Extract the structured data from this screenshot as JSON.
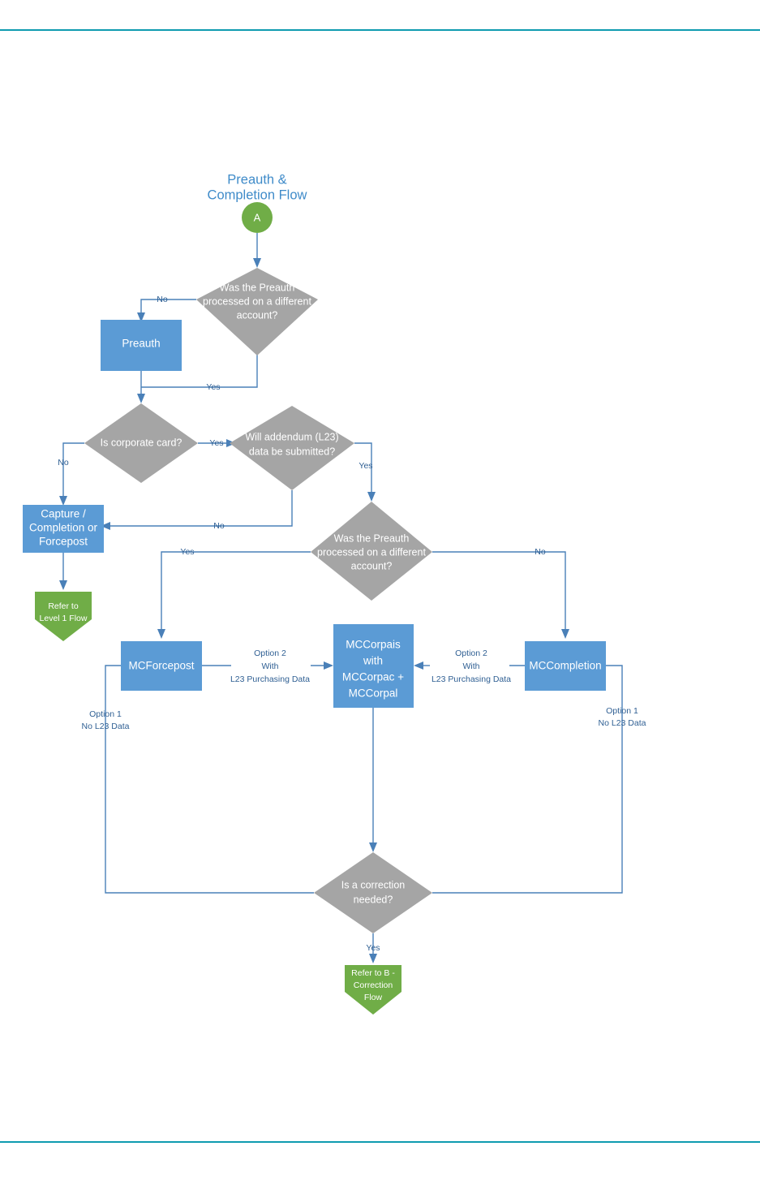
{
  "page": {
    "title": "Preauth & Completion Flow",
    "title_line1": "Preauth &",
    "title_line2": "Completion Flow",
    "rule_color": "#0f9bb0",
    "background": "#ffffff"
  },
  "palette": {
    "process_blue": "#5b9bd5",
    "decision_gray": "#a5a5a5",
    "terminator_green": "#70ad47",
    "connector_blue": "#4a80b8",
    "title_blue": "#3f8bc9",
    "label_blue": "#2f5f93"
  },
  "chart_data": {
    "type": "diagram",
    "diagram_kind": "flowchart",
    "title": "Preauth & Completion Flow",
    "nodes": [
      {
        "id": "start-a",
        "shape": "circle",
        "label": "A",
        "lines": [
          "A"
        ]
      },
      {
        "id": "d1-preauth-diff",
        "shape": "diamond",
        "label": "Was the Preauth processed on a different account?",
        "lines": [
          "Was the Preauth",
          "processed on a different",
          "account?"
        ]
      },
      {
        "id": "p-preauth",
        "shape": "process",
        "label": "Preauth",
        "lines": [
          "Preauth"
        ]
      },
      {
        "id": "d2-corporate-card",
        "shape": "diamond",
        "label": "Is corporate card?",
        "lines": [
          "Is corporate card?"
        ]
      },
      {
        "id": "d3-addendum-l23",
        "shape": "diamond",
        "label": "Will addendum (L23) data be submitted?",
        "lines": [
          "Will addendum (L23)",
          "data be submitted?"
        ]
      },
      {
        "id": "p-capture",
        "shape": "process",
        "label": "Capture / Completion or Forcepost",
        "lines": [
          "Capture /",
          "Completion or",
          "Forcepost"
        ]
      },
      {
        "id": "t-level1",
        "shape": "terminator",
        "label": "Refer to Level 1 Flow",
        "lines": [
          "Refer to",
          "Level 1 Flow"
        ]
      },
      {
        "id": "d4-preauth-diff-2",
        "shape": "diamond",
        "label": "Was the Preauth processed on a different account?",
        "lines": [
          "Was the Preauth",
          "processed on a different",
          "account?"
        ]
      },
      {
        "id": "p-mcforcepost",
        "shape": "process",
        "label": "MCForcepost",
        "lines": [
          "MCForcepost"
        ]
      },
      {
        "id": "p-mccorpais",
        "shape": "process",
        "label": "MCCorpais with MCCorpac + MCCorpal",
        "lines": [
          "MCCorpais",
          "with",
          "MCCorpac +",
          "MCCorpal"
        ]
      },
      {
        "id": "p-mccompletion",
        "shape": "process",
        "label": "MCCompletion",
        "lines": [
          "MCCompletion"
        ]
      },
      {
        "id": "d5-correction",
        "shape": "diamond",
        "label": "Is a correction needed?",
        "lines": [
          "Is a correction",
          "needed?"
        ]
      },
      {
        "id": "t-correction-flow",
        "shape": "terminator",
        "label": "Refer to B - Correction Flow",
        "lines": [
          "Refer to B -",
          "Correction",
          "Flow"
        ]
      }
    ],
    "edges": [
      {
        "from": "start-a",
        "to": "d1-preauth-diff",
        "label": ""
      },
      {
        "from": "d1-preauth-diff",
        "to": "p-preauth",
        "label": "No",
        "lines": [
          "No"
        ]
      },
      {
        "from": "d1-preauth-diff",
        "to": "d2-corporate-card",
        "label": "Yes",
        "lines": [
          "Yes"
        ]
      },
      {
        "from": "p-preauth",
        "to": "d2-corporate-card",
        "label": ""
      },
      {
        "from": "d2-corporate-card",
        "to": "p-capture",
        "label": "No",
        "lines": [
          "No"
        ]
      },
      {
        "from": "d2-corporate-card",
        "to": "d3-addendum-l23",
        "label": "Yes",
        "lines": [
          "Yes"
        ]
      },
      {
        "from": "d3-addendum-l23",
        "to": "p-capture",
        "label": "No",
        "lines": [
          "No"
        ]
      },
      {
        "from": "d3-addendum-l23",
        "to": "d4-preauth-diff-2",
        "label": "Yes",
        "lines": [
          "Yes"
        ]
      },
      {
        "from": "p-capture",
        "to": "t-level1",
        "label": ""
      },
      {
        "from": "d4-preauth-diff-2",
        "to": "p-mcforcepost",
        "label": "Yes",
        "lines": [
          "Yes"
        ]
      },
      {
        "from": "d4-preauth-diff-2",
        "to": "p-mccompletion",
        "label": "No",
        "lines": [
          "No"
        ]
      },
      {
        "from": "p-mcforcepost",
        "to": "p-mccorpais",
        "label": "Option 2 With L23 Purchasing Data",
        "lines": [
          "Option 2",
          "With",
          "L23 Purchasing Data"
        ]
      },
      {
        "from": "p-mccompletion",
        "to": "p-mccorpais",
        "label": "Option 2 With L23 Purchasing Data",
        "lines": [
          "Option 2",
          "With",
          "L23 Purchasing Data"
        ]
      },
      {
        "from": "p-mcforcepost",
        "to": "d5-correction",
        "label": "Option 1 No L23 Data",
        "lines": [
          "Option 1",
          "No L23 Data"
        ]
      },
      {
        "from": "p-mccompletion",
        "to": "d5-correction",
        "label": "Option 1 No L23 Data",
        "lines": [
          "Option 1",
          "No L23 Data"
        ]
      },
      {
        "from": "p-mccorpais",
        "to": "d5-correction",
        "label": ""
      },
      {
        "from": "d5-correction",
        "to": "t-correction-flow",
        "label": "Yes",
        "lines": [
          "Yes"
        ]
      }
    ]
  },
  "labels": {
    "edge_no_1": "No",
    "edge_yes_1": "Yes",
    "edge_yes_corp": "Yes",
    "edge_no_corp": "No",
    "edge_yes_addendum": "Yes",
    "edge_no_addendum": "No",
    "edge_yes_preauth2": "Yes",
    "edge_no_preauth2": "No",
    "edge_yes_correction": "Yes",
    "opt2_l1": "Option 2",
    "opt2_l2": "With",
    "opt2_l3": "L23 Purchasing Data",
    "opt2b_l1": "Option 2",
    "opt2b_l2": "With",
    "opt2b_l3": "L23 Purchasing Data",
    "opt1_l1": "Option 1",
    "opt1_l2": "No L23 Data",
    "opt1b_l1": "Option 1",
    "opt1b_l2": "No L23 Data"
  },
  "nodes_text": {
    "start_a": "A",
    "d1_l1": "Was the Preauth",
    "d1_l2": "processed on a different",
    "d1_l3": "account?",
    "preauth": "Preauth",
    "d2": "Is corporate card?",
    "d3_l1": "Will addendum (L23)",
    "d3_l2": "data be submitted?",
    "capture_l1": "Capture /",
    "capture_l2": "Completion or",
    "capture_l3": "Forcepost",
    "level1_l1": "Refer to",
    "level1_l2": "Level 1 Flow",
    "d4_l1": "Was the Preauth",
    "d4_l2": "processed on a different",
    "d4_l3": "account?",
    "mcforcepost": "MCForcepost",
    "mccorpais_l1": "MCCorpais",
    "mccorpais_l2": "with",
    "mccorpais_l3": "MCCorpac +",
    "mccorpais_l4": "MCCorpal",
    "mccompletion": "MCCompletion",
    "d5_l1": "Is a correction",
    "d5_l2": "needed?",
    "correction_l1": "Refer to B -",
    "correction_l2": "Correction",
    "correction_l3": "Flow"
  }
}
